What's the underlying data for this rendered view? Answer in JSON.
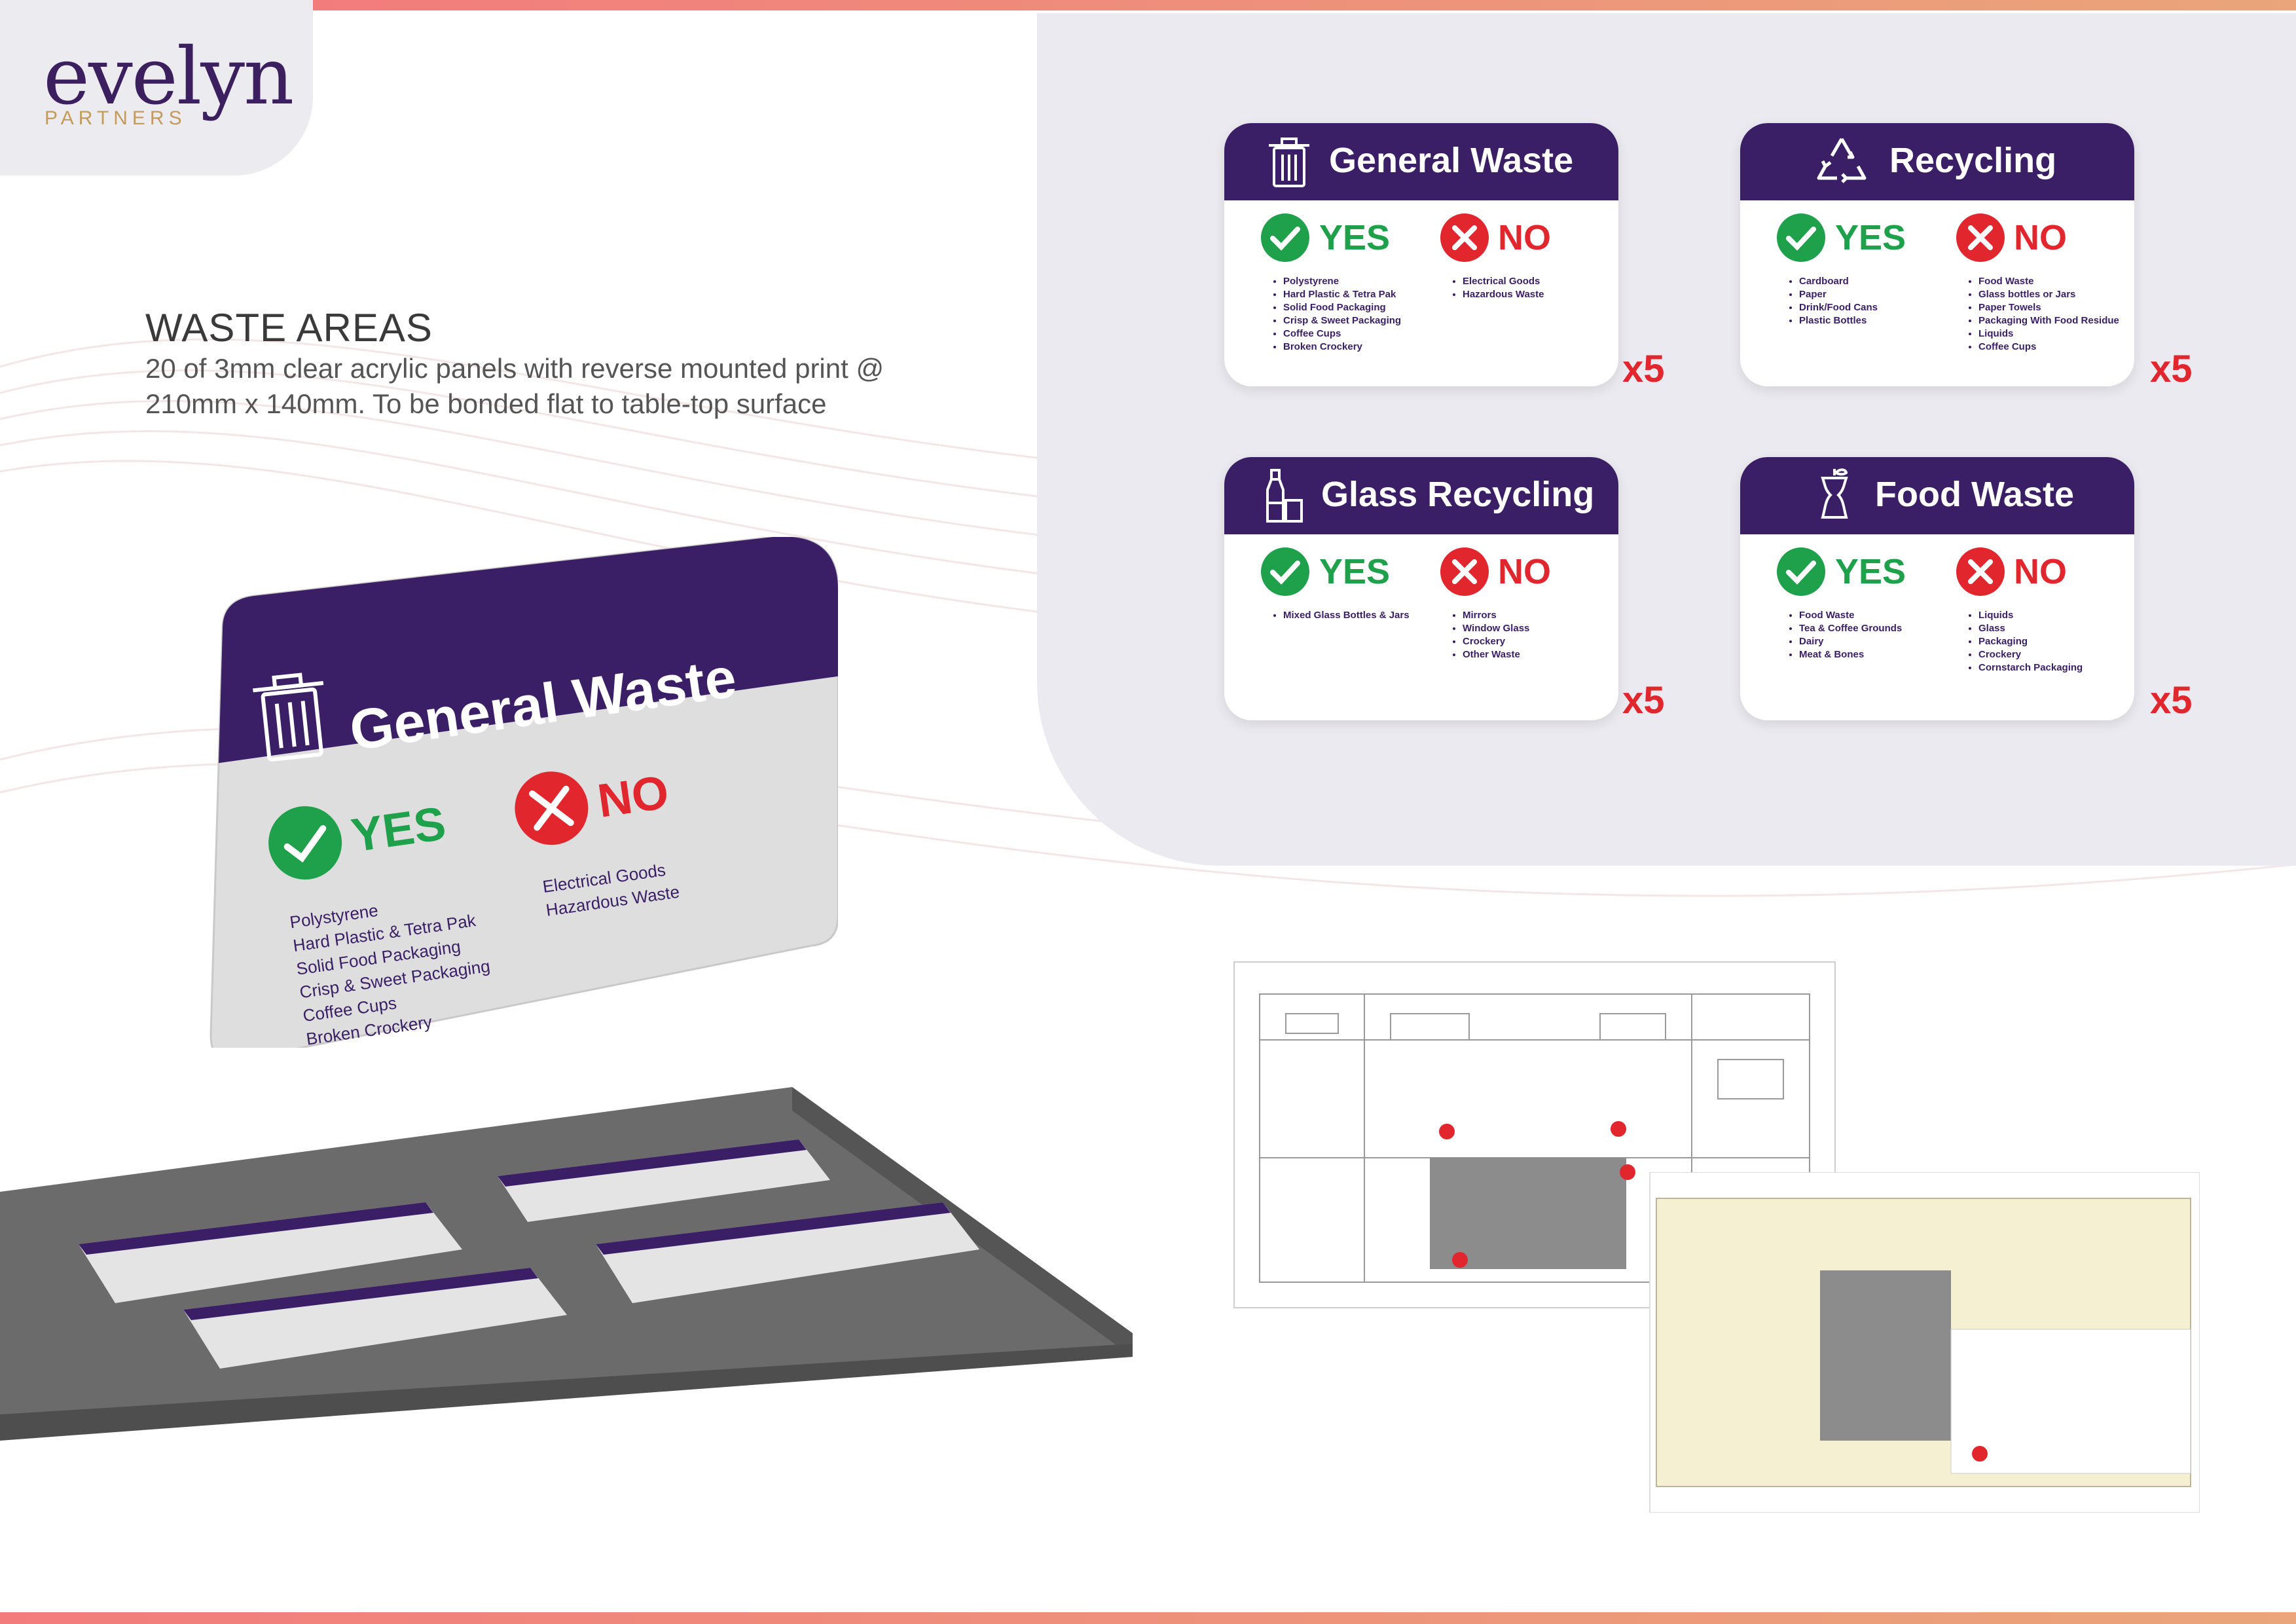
{
  "brand": {
    "name": "evelyn",
    "sub": "PARTNERS"
  },
  "header": {
    "title": "WASTE AREAS",
    "description": "20 of 3mm clear acrylic panels with reverse mounted print @ 210mm x 140mm. To be bonded flat to table-top surface"
  },
  "signs": [
    {
      "title": "General Waste",
      "icon": "bin-icon",
      "yes_label": "YES",
      "no_label": "NO",
      "yes": [
        "Polystyrene",
        "Hard Plastic & Tetra Pak",
        "Solid Food Packaging",
        "Crisp & Sweet Packaging",
        "Coffee Cups",
        "Broken Crockery"
      ],
      "no": [
        "Electrical Goods",
        "Hazardous Waste"
      ],
      "qty": "x5"
    },
    {
      "title": "Recycling",
      "icon": "recycle-icon",
      "yes_label": "YES",
      "no_label": "NO",
      "yes": [
        "Cardboard",
        "Paper",
        "Drink/Food Cans",
        "Plastic Bottles"
      ],
      "no": [
        "Food Waste",
        "Glass bottles or Jars",
        "Paper Towels",
        "Packaging With Food Residue",
        "Liquids",
        "Coffee Cups"
      ],
      "qty": "x5"
    },
    {
      "title": "Glass Recycling",
      "icon": "bottle-icon",
      "yes_label": "YES",
      "no_label": "NO",
      "yes": [
        "Mixed Glass Bottles & Jars"
      ],
      "no": [
        "Mirrors",
        "Window Glass",
        "Crockery",
        "Other Waste"
      ],
      "qty": "x5"
    },
    {
      "title": "Food Waste",
      "icon": "apple-core-icon",
      "yes_label": "YES",
      "no_label": "NO",
      "yes": [
        "Food Waste",
        "Tea & Coffee Grounds",
        "Dairy",
        "Meat & Bones"
      ],
      "no": [
        "Liquids",
        "Glass",
        "Packaging",
        "Crockery",
        "Cornstarch Packaging"
      ],
      "qty": "x5"
    }
  ],
  "colors": {
    "purple": "#3a1f66",
    "green": "#1fa04a",
    "red": "#e2262e",
    "accent": "#f27c7c",
    "gold": "#c49b5b"
  }
}
